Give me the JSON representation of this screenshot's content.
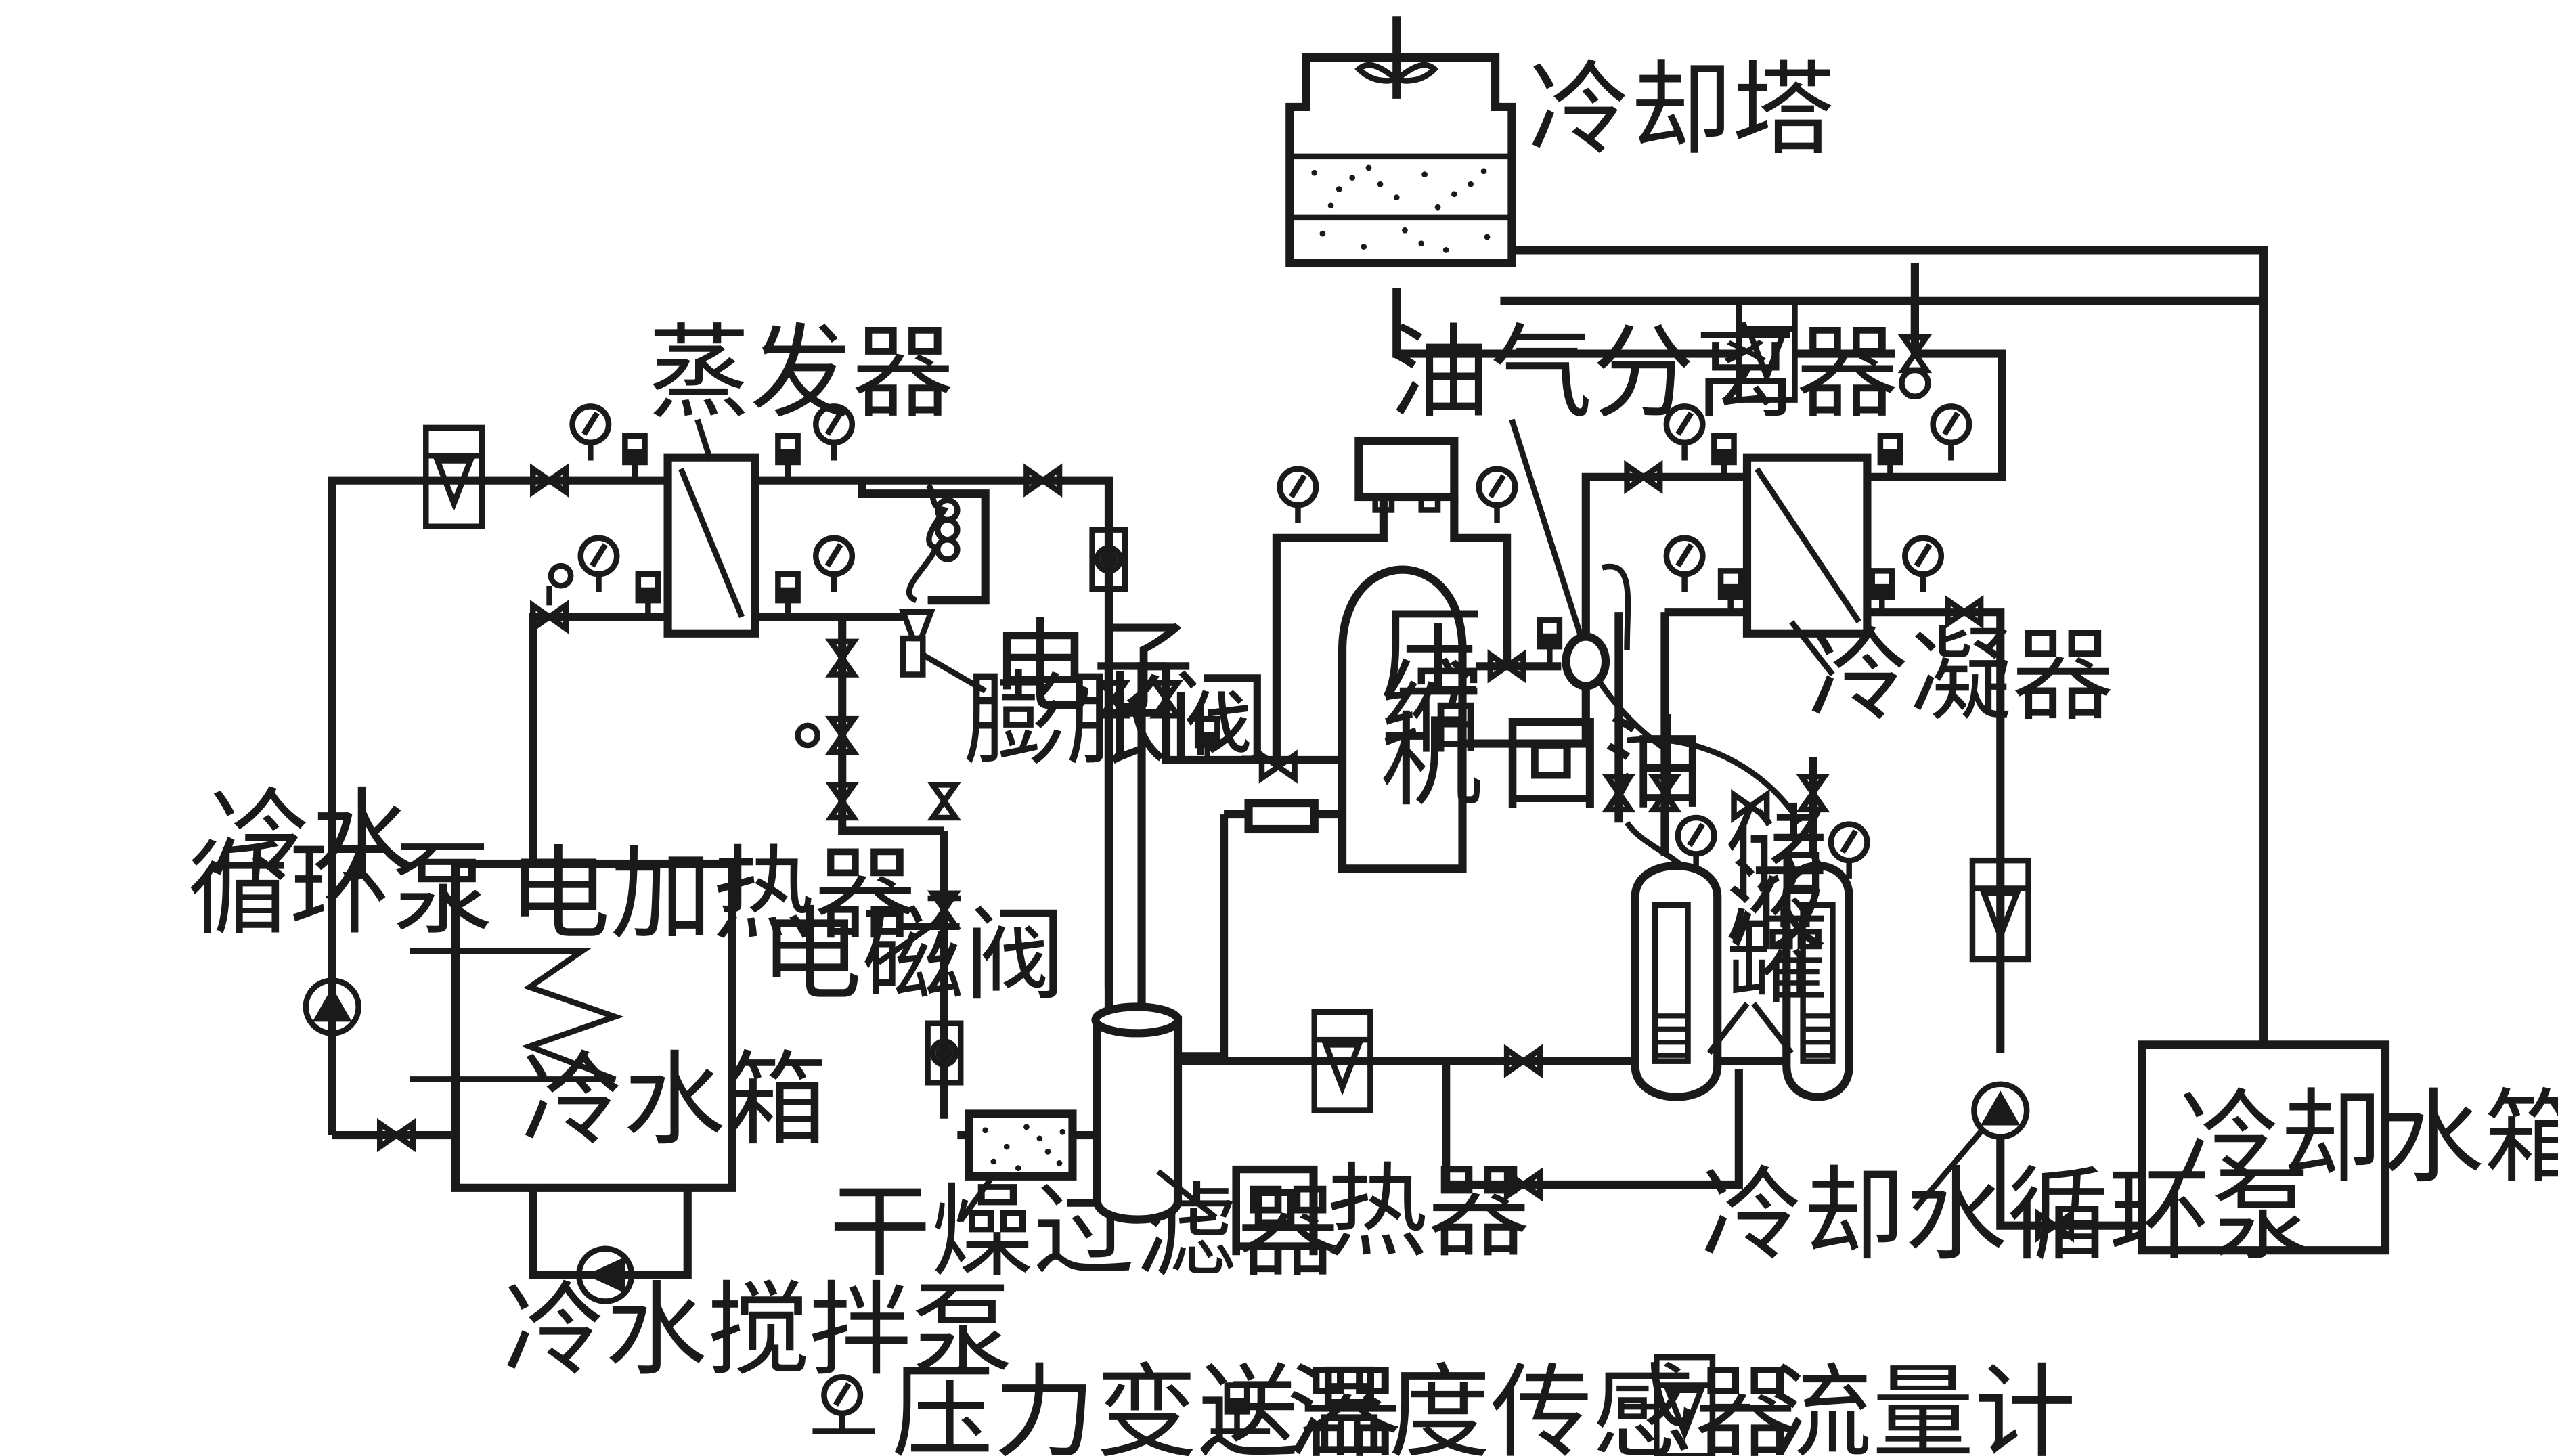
{
  "labels": {
    "cooling_tower": "冷却塔",
    "evaporator": "蒸发器",
    "oil_separator": "油气分离器",
    "electronic_valve_1": "电子",
    "electronic_valve_2": "膨胀阀",
    "compressor_1": "压",
    "compressor_2": "缩",
    "compressor_3": "机",
    "oil_return": "回油",
    "condenser": "冷凝器",
    "chilled_pump_1": "冷水",
    "chilled_pump_2": "循环泵",
    "electric_heater": "电加热器",
    "chilled_tank": "冷水箱",
    "solenoid_valve": "电磁阀",
    "receiver_1": "储",
    "receiver_2": "液",
    "receiver_3": "罐",
    "dryer_filter": "干燥过滤器",
    "regenerator": "回热器",
    "cooling_pump": "冷却水循环泵",
    "cooling_tank": "冷却水箱",
    "stir_pump": "冷水搅拌泵"
  },
  "legend": [
    {
      "icon": "pressure-gauge-icon",
      "label": "压力变送器"
    },
    {
      "icon": "temperature-sensor-icon",
      "label": "温度传感器"
    },
    {
      "icon": "flowmeter-icon",
      "label": "流量计"
    }
  ]
}
